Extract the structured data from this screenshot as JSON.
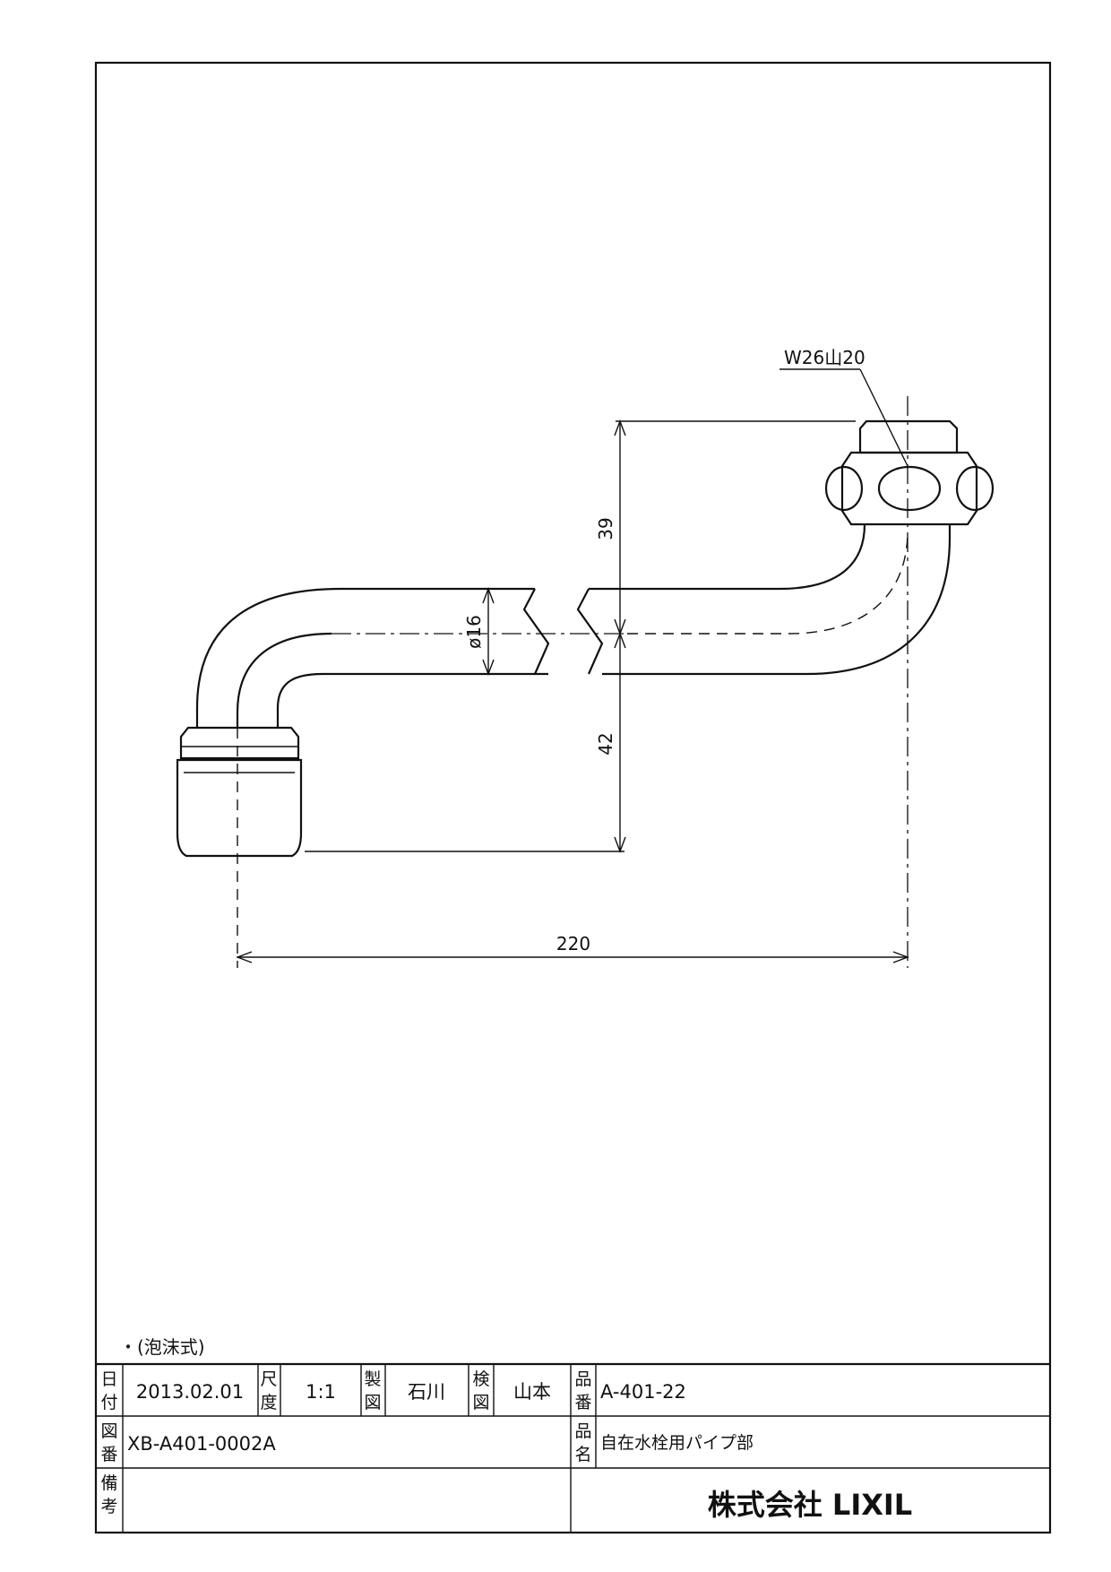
{
  "drawing": {
    "thread_spec": "W26山20",
    "dim_height_upper": "39",
    "dim_height_lower": "42",
    "dim_diameter": "ø16",
    "dim_length": "220",
    "note": "・(泡沫式)"
  },
  "title_block": {
    "date_label_1": "日",
    "date_label_2": "付",
    "date_value": "2013.02.01",
    "scale_label_1": "尺",
    "scale_label_2": "度",
    "scale_value": "1:1",
    "drawn_label_1": "製",
    "drawn_label_2": "図",
    "drawn_value": "石川",
    "checked_label_1": "検",
    "checked_label_2": "図",
    "checked_value": "山本",
    "part_no_label_1": "品",
    "part_no_label_2": "番",
    "part_no_value": "A-401-22",
    "drawing_no_label_1": "図",
    "drawing_no_label_2": "番",
    "drawing_no_value": "XB-A401-0002A",
    "part_name_label_1": "品",
    "part_name_label_2": "名",
    "part_name_value": "自在水栓用パイプ部",
    "remarks_label_1": "備",
    "remarks_label_2": "考",
    "company": "株式会社 LIXIL"
  }
}
